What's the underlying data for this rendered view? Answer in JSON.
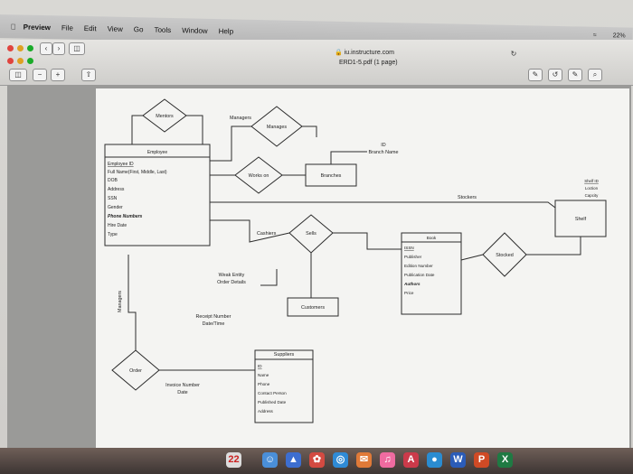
{
  "menubar": {
    "apple_icon": "apple-icon",
    "items": [
      "Preview",
      "File",
      "Edit",
      "View",
      "Go",
      "Tools",
      "Window",
      "Help"
    ],
    "status": {
      "battery": "22%",
      "wifi_icon": "wifi-icon"
    }
  },
  "toolbar": {
    "url": "iu.instructure.com",
    "document_title": "ERD1-5.pdf (1 page)",
    "icons": [
      "sidebar-icon",
      "zoom-out-icon",
      "zoom-in-icon",
      "share-icon",
      "markup-icon",
      "rotate-icon",
      "annotate-icon",
      "search-icon",
      "reload-icon"
    ]
  },
  "diagram": {
    "entities": {
      "employee": {
        "title": "Employee",
        "attributes": [
          "Employee ID",
          "Full Name(First, Middle, Last)",
          "DOB",
          "Address",
          "SSN",
          "Gender",
          "Phone Numbers",
          "Hire Date",
          "Type"
        ]
      },
      "branches": {
        "title": "Branches",
        "attr_id": "ID",
        "attr_name": "Branch Name"
      },
      "book": {
        "title": "Book",
        "attributes": [
          "ISSN",
          "Publisher",
          "Edition Number",
          "Publication Date",
          "Authors",
          "Price"
        ]
      },
      "shelf": {
        "title": "Shelf",
        "attributes": [
          "Shelf ID",
          "Loction",
          "Capcity"
        ]
      },
      "customers": {
        "title": "Customers"
      },
      "suppliers": {
        "title": "Suppliers",
        "attributes": [
          "ID",
          "Name",
          "Phone",
          "Contact Person",
          "Published Date",
          "Address"
        ]
      }
    },
    "relationships": {
      "mentors": "Mentors",
      "manages": "Manages",
      "works_on": "Works on",
      "sells": "Sells",
      "stocked": "Stocked",
      "order": "Order"
    },
    "labels": {
      "managers_top": "Managers",
      "managers_side": "Managers",
      "cashiers": "Cashiers",
      "stockers": "Stockers",
      "weak_entity": "Weak Entity",
      "order_details": "Order Details",
      "receipt_number": "Receipt Number",
      "date_time": "Date/Time",
      "invoice_number": "Invoice Number",
      "date": "Date"
    }
  },
  "dock": {
    "icons": [
      "finder-icon",
      "launchpad-icon",
      "safari-icon",
      "mail-icon",
      "calendar-icon",
      "photos-icon",
      "app-store-icon",
      "music-icon",
      "chrome-icon",
      "word-icon",
      "powerpoint-icon",
      "excel-icon"
    ],
    "calendar_day": "22"
  },
  "colors": {
    "diagram_line": "#2c2c2c",
    "word": "#2b5cb8",
    "powerpoint": "#d04a25",
    "excel": "#1f7a43"
  }
}
